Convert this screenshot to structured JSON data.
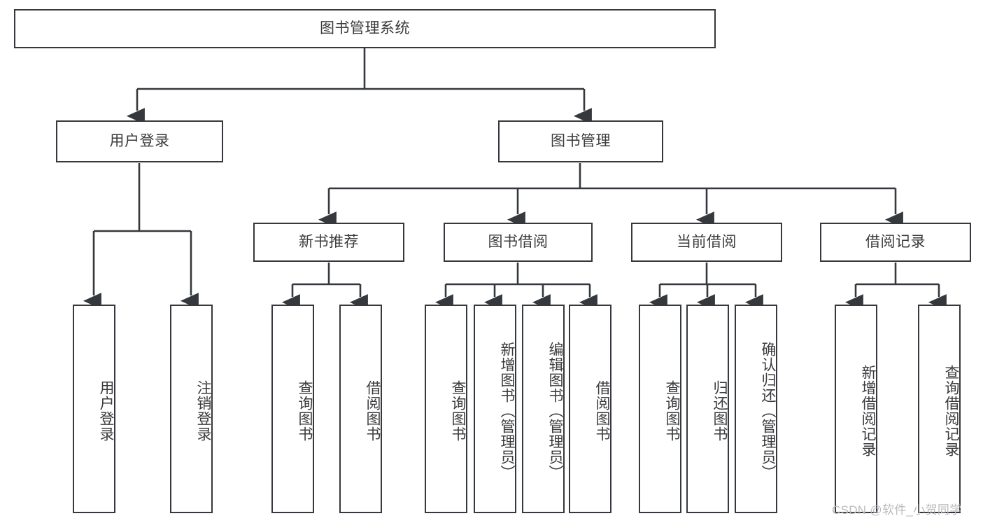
{
  "diagram": {
    "type": "hierarchy-tree",
    "title": "图书管理系统",
    "watermark": "CSDN @软件_小贺同学",
    "colors": {
      "background": "#ffffff",
      "stroke": "#35383c",
      "text": "#3b3b3d",
      "watermark": "#b9babc"
    },
    "levels": {
      "root": {
        "label": "图书管理系统"
      },
      "level2": [
        {
          "label": "用户登录"
        },
        {
          "label": "图书管理"
        }
      ],
      "level3": [
        {
          "label": "新书推荐"
        },
        {
          "label": "图书借阅"
        },
        {
          "label": "当前借阅"
        },
        {
          "label": "借阅记录"
        }
      ],
      "leaves": {
        "user_login": [
          {
            "label": "用户登录"
          },
          {
            "label": "注销登录"
          }
        ],
        "new_book_recommend": [
          {
            "label": "查询图书"
          },
          {
            "label": "借阅图书"
          }
        ],
        "book_borrow": [
          {
            "label": "查询图书"
          },
          {
            "label": "新增图书（管理员）"
          },
          {
            "label": "编辑图书（管理员）"
          },
          {
            "label": "借阅图书"
          }
        ],
        "current_borrow": [
          {
            "label": "查询图书"
          },
          {
            "label": "归还图书"
          },
          {
            "label": "确认归还（管理员）"
          }
        ],
        "borrow_record": [
          {
            "label": "新增借阅记录"
          },
          {
            "label": "查询借阅记录"
          }
        ]
      }
    }
  }
}
